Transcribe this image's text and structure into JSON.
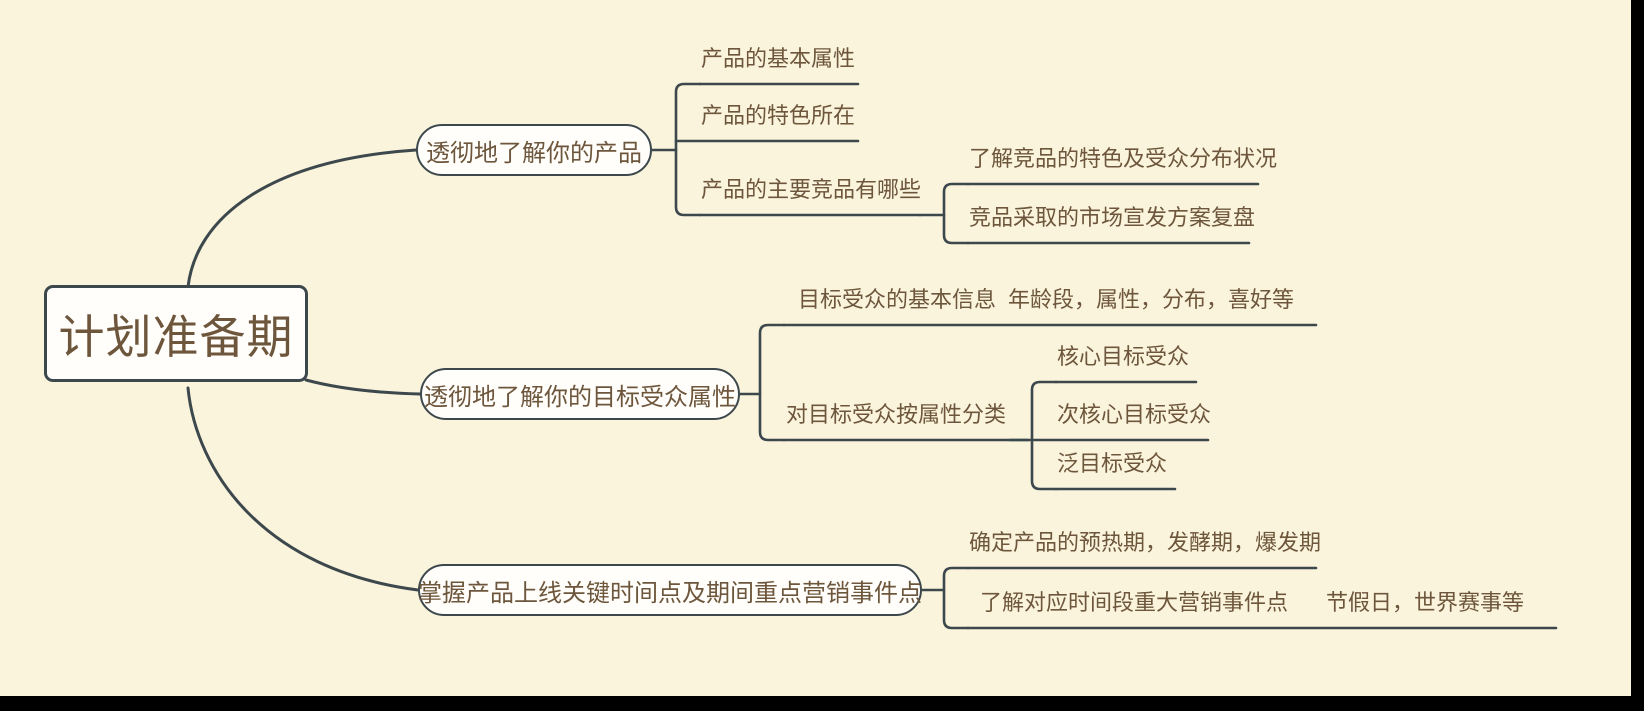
{
  "theme": {
    "background": "#faf4dd",
    "frame": "#000000",
    "node_fill": "#fffefb",
    "stroke": "#3d484c",
    "text": "#6d563b"
  },
  "mindmap": {
    "title": "计划准备期",
    "root": {
      "label": "计划准备期"
    },
    "branches": [
      {
        "label": "透彻地了解你的产品",
        "children": [
          {
            "label": "产品的基本属性",
            "children": []
          },
          {
            "label": "产品的特色所在",
            "children": []
          },
          {
            "label": "产品的主要竞品有哪些",
            "children": [
              {
                "label": "了解竞品的特色及受众分布状况"
              },
              {
                "label": "竞品采取的市场宣发方案复盘"
              }
            ]
          }
        ]
      },
      {
        "label": "透彻地了解你的目标受众属性",
        "children": [
          {
            "label": "目标受众的基本信息",
            "children": [
              {
                "label": "年龄段，属性，分布，喜好等"
              }
            ]
          },
          {
            "label": "对目标受众按属性分类",
            "children": [
              {
                "label": "核心目标受众"
              },
              {
                "label": "次核心目标受众"
              },
              {
                "label": "泛目标受众"
              }
            ]
          }
        ]
      },
      {
        "label": "掌握产品上线关键时间点及期间重点营销事件点",
        "children": [
          {
            "label": "确定产品的预热期，发酵期，爆发期",
            "children": []
          },
          {
            "label": "了解对应时间段重大营销事件点",
            "children": [
              {
                "label": "节假日，世界赛事等"
              }
            ]
          }
        ]
      }
    ]
  },
  "nodes": {
    "root": "计划准备期",
    "b1": "透彻地了解你的产品",
    "b1c1": "产品的基本属性",
    "b1c2": "产品的特色所在",
    "b1c3": "产品的主要竞品有哪些",
    "b1c3g1": "了解竞品的特色及受众分布状况",
    "b1c3g2": "竞品采取的市场宣发方案复盘",
    "b2": "透彻地了解你的目标受众属性",
    "b2c1": "目标受众的基本信息",
    "b2c1g1": "年龄段，属性，分布，喜好等",
    "b2c2": "对目标受众按属性分类",
    "b2c2g1": "核心目标受众",
    "b2c2g2": "次核心目标受众",
    "b2c2g3": "泛目标受众",
    "b3": "掌握产品上线关键时间点及期间重点营销事件点",
    "b3c1": "确定产品的预热期，发酵期，爆发期",
    "b3c2": "了解对应时间段重大营销事件点",
    "b3c2g1": "节假日，世界赛事等"
  }
}
